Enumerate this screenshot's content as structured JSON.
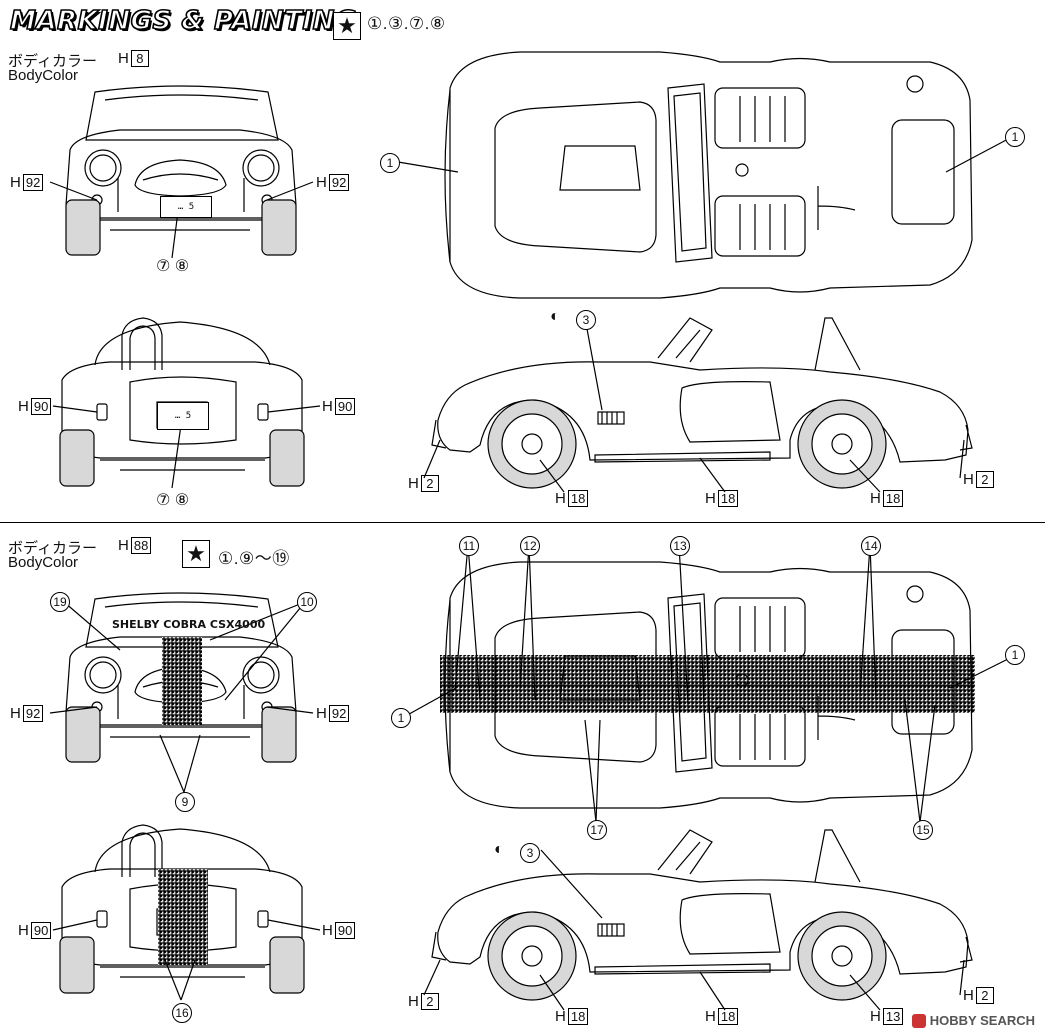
{
  "title": "MARKINGS & PAINTING",
  "top_section": {
    "decals": "①.③.⑦.⑧",
    "body_color_jp": "ボディカラー",
    "body_color_en": "BodyColor",
    "body_color_h": "8",
    "front_h_left": "92",
    "front_h_right": "92",
    "front_plate_label": "⑦ ⑧",
    "rear_h_left": "90",
    "rear_h_right": "90",
    "rear_plate_label": "⑦ ⑧",
    "side_h_left": "2",
    "side_h_right": "2",
    "side_h_wheel_left": "18",
    "side_h_mid": "18",
    "side_h_wheel_right": "18",
    "callout_top_left": "1",
    "callout_top_right": "1",
    "callout_side": "3"
  },
  "bottom_section": {
    "decals": "①.⑨～⑲",
    "body_color_jp": "ボディカラー",
    "body_color_en": "BodyColor",
    "body_color_h": "88",
    "front_h_left": "92",
    "front_h_right": "92",
    "rear_h_left": "90",
    "rear_h_right": "90",
    "side_h_left": "2",
    "side_h_right": "2",
    "side_h_wheel_left": "18",
    "side_h_mid": "18",
    "side_h_wheel_right": "13",
    "windshield_banner": "SHELBY COBRA CSX4000",
    "callouts": [
      "19",
      "10",
      "9",
      "16",
      "11",
      "12",
      "13",
      "14",
      "1",
      "1",
      "17",
      "15",
      "3"
    ]
  },
  "plate_text": "… 5",
  "watermark": "HOBBY SEARCH"
}
